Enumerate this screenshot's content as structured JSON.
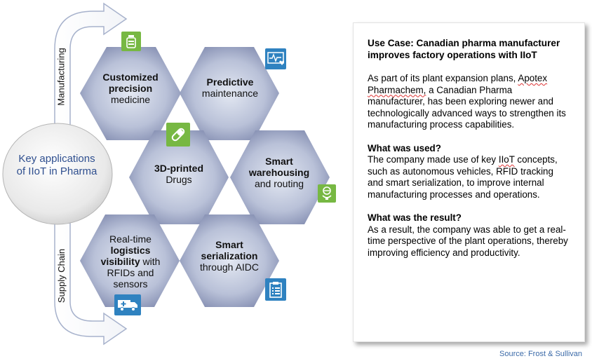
{
  "diagram": {
    "center_label": "Key applications of IIoT in Pharma",
    "arrow_top_label": "Manufacturing",
    "arrow_bottom_label": "Supply Chain",
    "hexagons": [
      {
        "bold": "Customized precision",
        "normal": "medicine",
        "icon": "medicine-bottle-icon"
      },
      {
        "bold": "Predictive",
        "normal": "maintenance",
        "icon": "heart-monitor-icon"
      },
      {
        "bold": "3D-printed",
        "normal": "Drugs",
        "icon": "pill-capsule-icon"
      },
      {
        "bold": "Smart warehousing",
        "normal": "and routing",
        "icon": "tablet-delivery-icon"
      },
      {
        "pre": "Real-time",
        "bold": "logistics visibility",
        "normal": "with RFIDs and sensors",
        "icon": "ambulance-truck-icon"
      },
      {
        "bold": "Smart serialization",
        "normal": "through AIDC",
        "icon": "clipboard-checklist-icon"
      }
    ]
  },
  "panel": {
    "title": "Use Case: Canadian pharma manufacturer improves factory operations with IIoT",
    "intro_pre": "As part of its plant expansion plans,",
    "intro_company": "Apotex Pharmachem,",
    "intro_post": "a Canadian Pharma manufacturer, has been exploring newer and technologically advanced ways to strengthen its manufacturing process capabilities.",
    "used_heading": "What was used?",
    "used_pre": "The company made use of key",
    "used_iiot": "IIoT",
    "used_post": "concepts, such as autonomous vehicles, RFID tracking and smart serialization, to improve internal manufacturing processes and operations.",
    "result_heading": "What was the result?",
    "result_text": "As a result, the company was able to get a real-time perspective of the plant operations, thereby improving efficiency and productivity."
  },
  "source": "Source: Frost & Sullivan",
  "colors": {
    "hex_fill_center": "#dde3ef",
    "hex_fill_edge": "#8b95b8",
    "label_blue": "#2f4f8f",
    "icon_green": "#77b843",
    "icon_blue": "#2f82c0"
  }
}
